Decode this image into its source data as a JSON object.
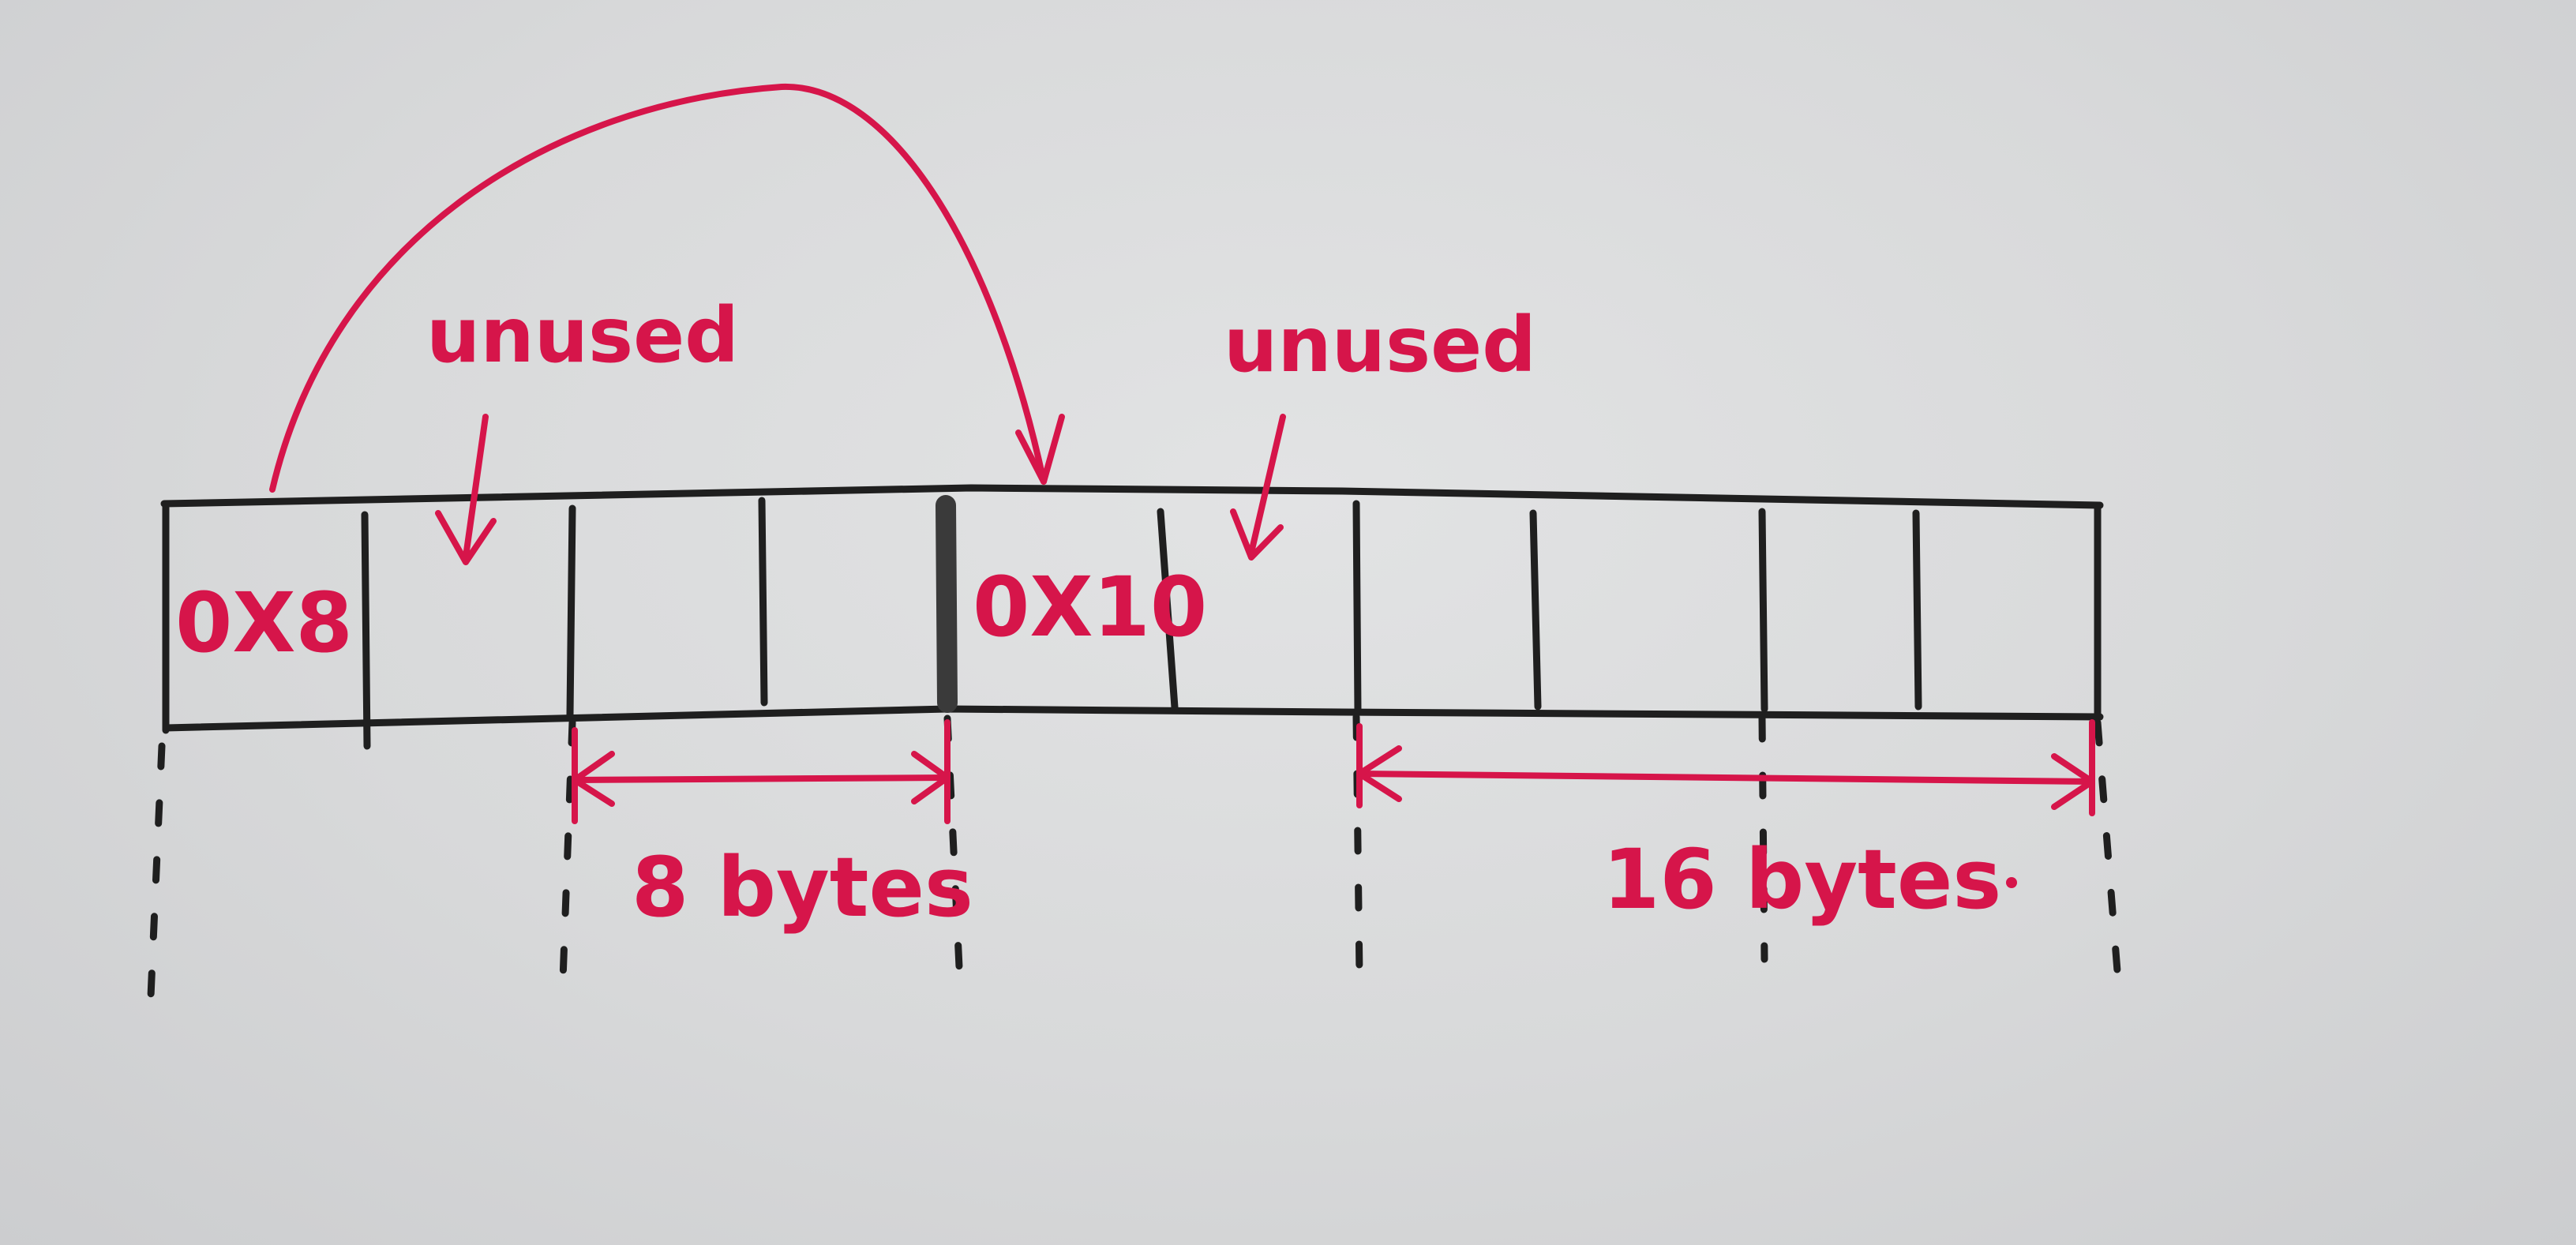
{
  "cells": [
    {
      "value": "0X8"
    },
    {
      "value": ""
    },
    {
      "value": ""
    },
    {
      "value": ""
    },
    {
      "value": "0X10"
    },
    {
      "value": ""
    },
    {
      "value": ""
    },
    {
      "value": ""
    },
    {
      "value": ""
    },
    {
      "value": ""
    }
  ],
  "annotations": {
    "unused_1": "unused",
    "unused_2": "unused",
    "span_8": "8 bytes",
    "span_16": "16 bytes"
  },
  "colors": {
    "ink_red": "#d6154a",
    "ink_black": "#1f1f1f",
    "paper": "#d9dadb"
  }
}
